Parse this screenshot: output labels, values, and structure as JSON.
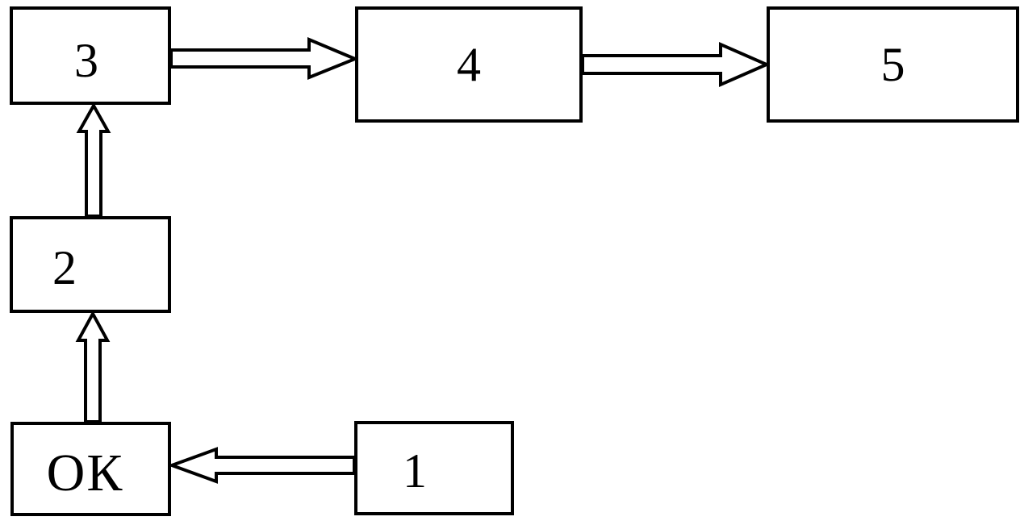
{
  "figure": {
    "type": "block-diagram",
    "background_color": "#ffffff",
    "line_color": "#000000",
    "nodes": [
      {
        "id": "3",
        "label": "3"
      },
      {
        "id": "4",
        "label": "4"
      },
      {
        "id": "5",
        "label": "5"
      },
      {
        "id": "2",
        "label": "2"
      },
      {
        "id": "ok",
        "label": "ОК"
      },
      {
        "id": "1",
        "label": "1"
      }
    ],
    "edges": [
      {
        "from": "3",
        "to": "4",
        "direction": "right",
        "style": "hollow-arrow"
      },
      {
        "from": "4",
        "to": "5",
        "direction": "right",
        "style": "hollow-arrow"
      },
      {
        "from": "2",
        "to": "3",
        "direction": "up",
        "style": "hollow-arrow"
      },
      {
        "from": "ok",
        "to": "2",
        "direction": "up",
        "style": "hollow-arrow"
      },
      {
        "from": "1",
        "to": "ok",
        "direction": "left",
        "style": "hollow-arrow"
      }
    ]
  }
}
